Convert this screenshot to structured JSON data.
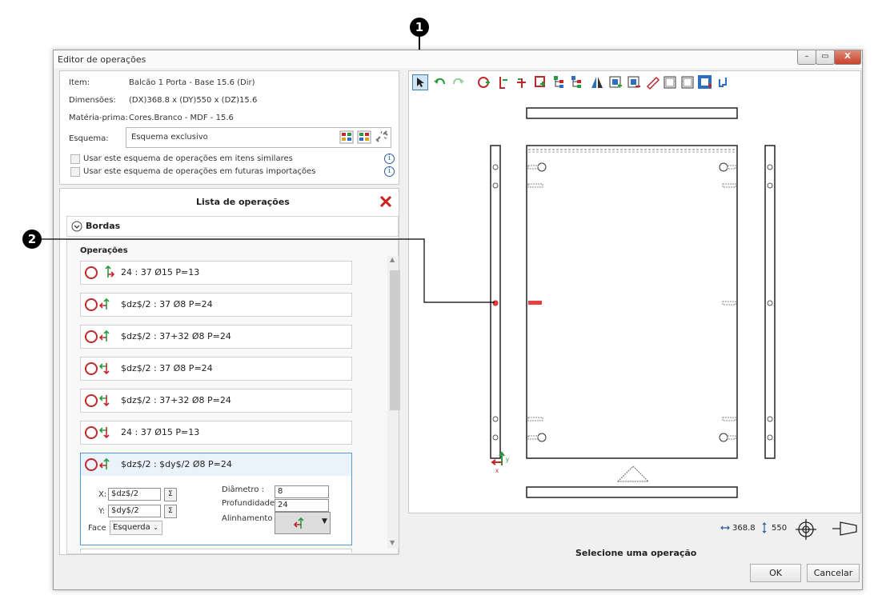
{
  "callouts": {
    "one": "1",
    "two": "2"
  },
  "window": {
    "title": "Editor de operações",
    "min": "–",
    "max": "▭",
    "close": "X"
  },
  "item_info": {
    "item_label": "Item:",
    "item_value": "Balcão 1 Porta - Base 15.6 (Dir)",
    "dim_label": "Dimensões:",
    "dim_value": "(DX)368.8 x (DY)550 x (DZ)15.6",
    "mat_label": "Matéria-prima:",
    "mat_value": "Cores.Branco - MDF - 15.6",
    "schema_label": "Esquema:",
    "schema_value": "Esquema exclusivo",
    "check_similar": "Usar este esquema de operações em itens similares",
    "check_future": "Usar este esquema de operações em futuras importações",
    "info_glyph": "i"
  },
  "operations_list": {
    "title": "Lista de operações",
    "edges_label": "Bordas",
    "ops_label": "Operações",
    "items": [
      {
        "text": "24 : 37 Ø15 P=13",
        "axis": "yx-a"
      },
      {
        "text": "$dz$/2 : 37 Ø8 P=24",
        "axis": "yx-b"
      },
      {
        "text": "$dz$/2 : 37+32 Ø8 P=24",
        "axis": "yx-b"
      },
      {
        "text": "$dz$/2 : 37 Ø8 P=24",
        "axis": "xy"
      },
      {
        "text": "$dz$/2 : 37+32 Ø8 P=24",
        "axis": "xy"
      },
      {
        "text": "24 : 37 Ø15 P=13",
        "axis": "xy"
      },
      {
        "text": "$dz$/2 : $dy$/2 Ø8 P=24",
        "axis": "yx-b"
      }
    ]
  },
  "edit_form": {
    "x_label": "X:",
    "x_value": "$dz$/2",
    "y_label": "Y:",
    "y_value": "$dy$/2",
    "sigma": "Σ",
    "face_label": "Face :",
    "face_value": "Esquerda",
    "diam_label": "Diâmetro :",
    "diam_value": "8",
    "depth_label": "Profundidade :",
    "depth_value": "24",
    "align_label": "Alinhamento :"
  },
  "bottom": {
    "dim_x": "368.8",
    "dim_y": "550",
    "status": "Selecione uma operação",
    "ok": "OK",
    "cancel": "Cancelar"
  },
  "axis_labels": {
    "x": "x",
    "y": "y"
  },
  "colors": {
    "accent": "#2c6fc2",
    "hole": "#c0282a",
    "highlight": "#e84040",
    "axis_green": "#2a9a3c"
  }
}
